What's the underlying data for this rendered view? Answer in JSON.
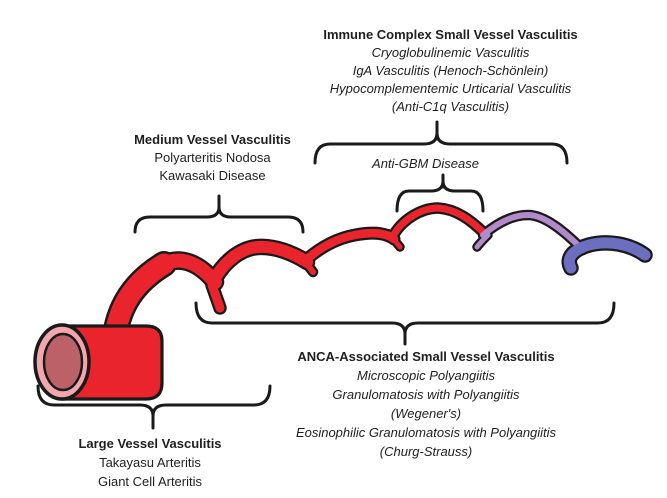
{
  "labels": {
    "immune_complex": {
      "title": "Immune Complex  Small Vessel Vasculitis",
      "lines": [
        "Cryoglobulinemic Vasculitis",
        "IgA Vasculitis (Henoch-Schönlein)",
        "Hypocomplementemic Urticarial Vasculitis",
        "(Anti-C1q Vasculitis)"
      ]
    },
    "medium_vessel": {
      "title": "Medium Vessel Vasculitis",
      "lines": [
        "Polyarteritis Nodosa",
        "Kawasaki Disease"
      ]
    },
    "anti_gbm": {
      "title": "Anti-GBM Disease"
    },
    "anca": {
      "title": "ANCA-Associated Small Vessel Vasculitis",
      "lines": [
        "Microscopic Polyangiitis",
        "Granulomatosis with Polyangiitis",
        "(Wegener's)",
        "Eosinophilic Granulomatosis with Polyangiitis",
        "(Churg-Strauss)"
      ]
    },
    "large_vessel": {
      "title": "Large Vessel Vasculitis",
      "lines": [
        "Takayasu Arteritis",
        "Giant Cell Arteritis"
      ]
    }
  },
  "colors": {
    "artery_red": "#E9242C",
    "lumen_ring_pink": "#F2A7AE",
    "lumen_rose": "#BC6168",
    "capillary_lavender": "#B289C9",
    "vein_blue": "#6C6FBF",
    "outline": "#1A1A1A",
    "text": "#1F1F1F"
  }
}
